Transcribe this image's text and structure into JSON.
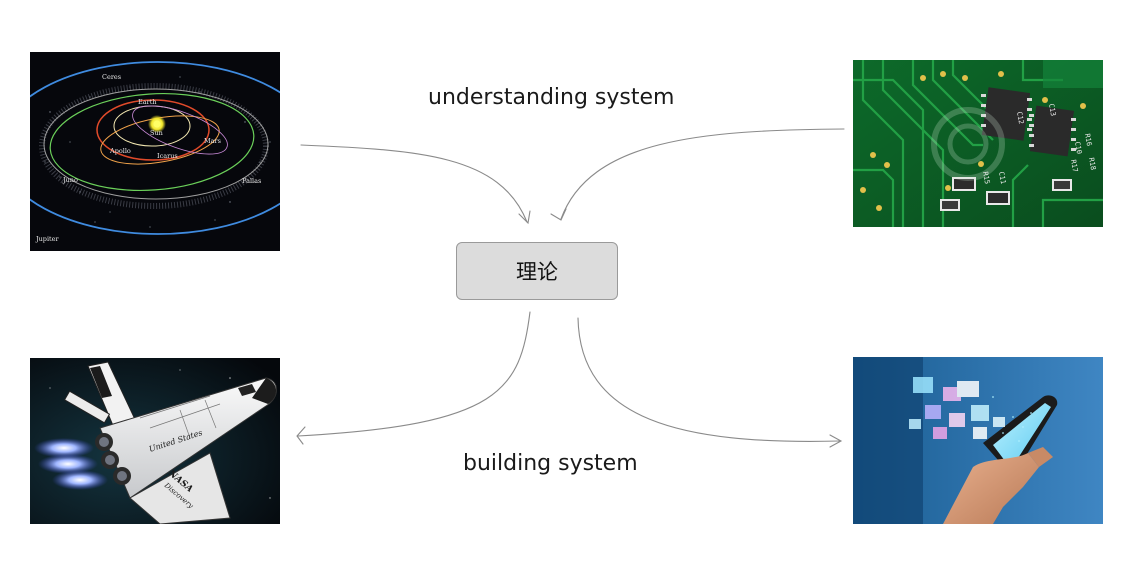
{
  "labels": {
    "top": "understanding system",
    "bottom": "building system"
  },
  "center_node": {
    "text": "理论"
  },
  "images": {
    "solar_system": {
      "planets": [
        "Ceres",
        "Earth",
        "Sun",
        "Mars",
        "Apollo",
        "Icarus",
        "Juno",
        "Pallas",
        "Jupiter"
      ]
    },
    "circuit_board": {
      "markings": [
        "C12",
        "C13",
        "C10",
        "R16",
        "R17",
        "R18",
        "C11",
        "R15"
      ]
    },
    "space_shuttle": {
      "markings": [
        "United States",
        "NASA",
        "Discovery"
      ]
    },
    "smartphone": {}
  },
  "colors": {
    "arrow": "#8a8a8a",
    "box_fill": "#dcdcdc",
    "box_border": "#9a9a9a"
  }
}
